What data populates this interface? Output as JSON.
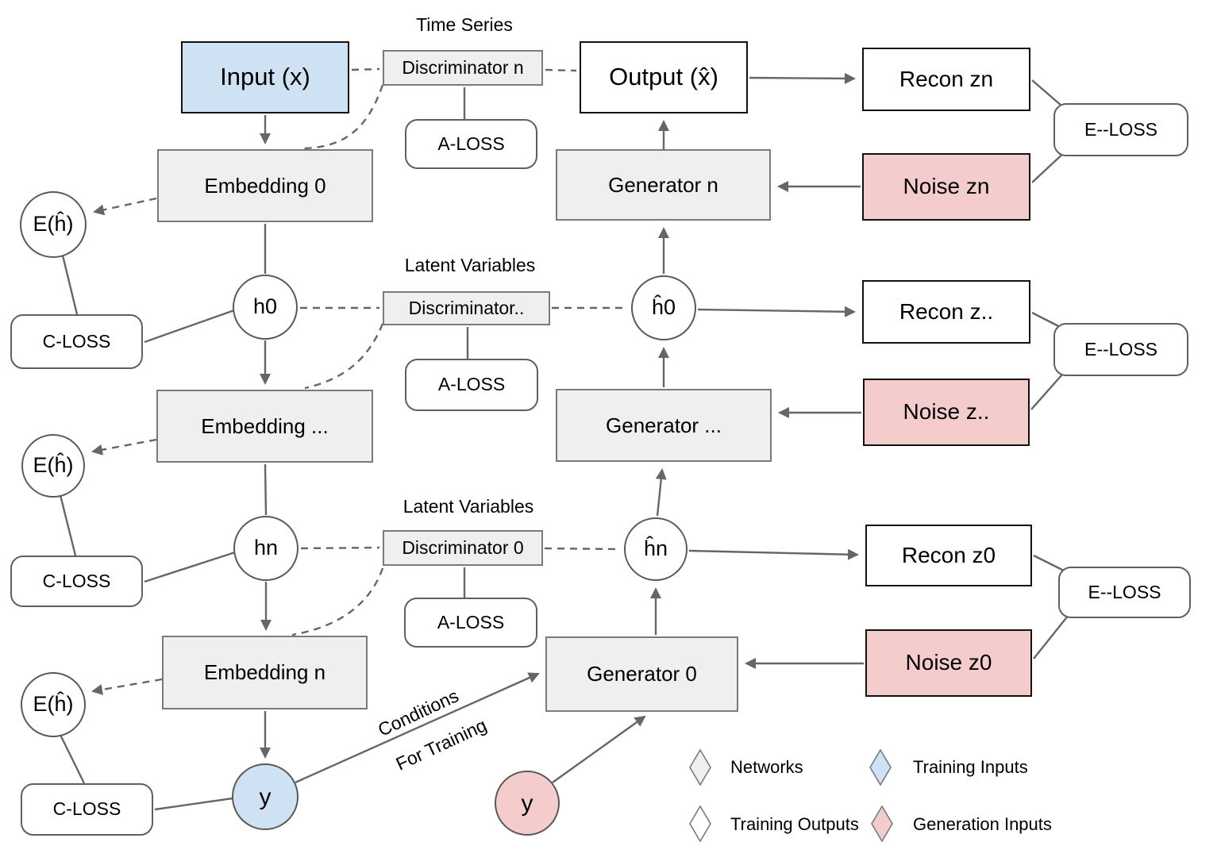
{
  "annotations": {
    "time_series": "Time Series",
    "latent_variables_upper": "Latent Variables",
    "latent_variables_lower": "Latent Variables",
    "conditions_line1": "Conditions",
    "conditions_line2": "For Training"
  },
  "nodes": {
    "input": "Input (x)",
    "output": "Output (x̂)",
    "embedding_0": "Embedding 0",
    "embedding_dots": "Embedding ...",
    "embedding_n": "Embedding n",
    "generator_n": "Generator n",
    "generator_dots": "Generator ...",
    "generator_0": "Generator 0",
    "discriminator_n": "Discriminator n",
    "discriminator_dots": "Discriminator..",
    "discriminator_0": "Discriminator 0",
    "recon_zn": "Recon zn",
    "recon_zdots": "Recon z..",
    "recon_z0": "Recon z0",
    "noise_zn": "Noise zn",
    "noise_zdots": "Noise z..",
    "noise_z0": "Noise z0"
  },
  "losses": {
    "a_loss": "A-LOSS",
    "c_loss": "C-LOSS",
    "e_loss": "E--LOSS"
  },
  "circles": {
    "h0": "h0",
    "hn": "hn",
    "h_hat_0": "ĥ0",
    "h_hat_n": "ĥn",
    "e_h_hat": "E(ĥ)",
    "y_training": "y",
    "y_generation": "y"
  },
  "legend": {
    "networks": "Networks",
    "training_outputs": "Training Outputs",
    "training_inputs": "Training Inputs",
    "generation_inputs": "Generation Inputs"
  },
  "colors": {
    "training_inputs": "#cfe2f3",
    "generation_inputs": "#f4cccc",
    "networks": "#efefef",
    "training_outputs": "#ffffff",
    "line": "#666666"
  }
}
